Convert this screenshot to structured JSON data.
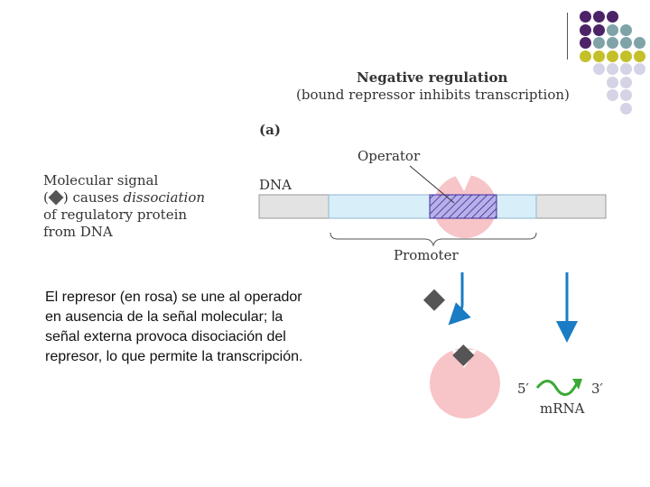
{
  "header": {
    "title": "Negative regulation",
    "subtitle": "(bound repressor inhibits transcription)",
    "panel_label": "(a)"
  },
  "left_text": {
    "line1": "Molecular signal",
    "line2_open": "(",
    "line2_close": ") causes ",
    "line2_italic": "dissociation",
    "line3": "of regulatory protein",
    "line4": "from DNA"
  },
  "diagram": {
    "dna_label": "DNA",
    "operator_label": "Operator",
    "promoter_label": "Promoter",
    "five_prime": "5′",
    "three_prime": "3′",
    "mrna_label": "mRNA"
  },
  "description": "El represor (en rosa) se une al operador en ausencia de la señal molecular; la señal externa provoca disociación del represor, lo que permite la transcripción.",
  "colors": {
    "purple": "#4b2366",
    "teal": "#7fa3a7",
    "olive": "#c3c02a",
    "lavender": "#d5d3e6",
    "repressor": "#f7c4c8",
    "promoter": "#d8eef9",
    "operator": "#b8b0e8",
    "arrow": "#1a7cc4",
    "mrna": "#3aaa35",
    "signal": "#555555"
  }
}
